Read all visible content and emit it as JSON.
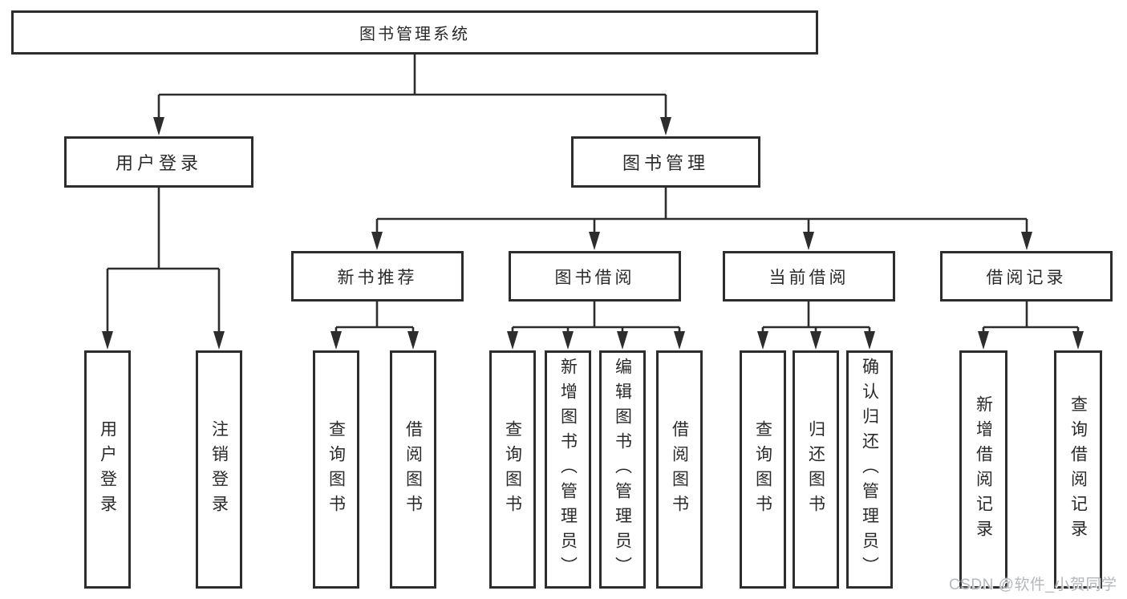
{
  "diagram": {
    "root": {
      "label": "图书管理系统",
      "children": [
        {
          "label": "用户登录",
          "children": [
            {
              "label": "用户登录"
            },
            {
              "label": "注销登录"
            }
          ]
        },
        {
          "label": "图书管理",
          "children": [
            {
              "label": "新书推荐",
              "children": [
                {
                  "label": "查询图书"
                },
                {
                  "label": "借阅图书"
                }
              ]
            },
            {
              "label": "图书借阅",
              "children": [
                {
                  "label": "查询图书"
                },
                {
                  "label": "新增图书（管理员）"
                },
                {
                  "label": "编辑图书（管理员）"
                },
                {
                  "label": "借阅图书"
                }
              ]
            },
            {
              "label": "当前借阅",
              "children": [
                {
                  "label": "查询图书"
                },
                {
                  "label": "归还图书"
                },
                {
                  "label": "确认归还（管理员）"
                }
              ]
            },
            {
              "label": "借阅记录",
              "children": [
                {
                  "label": "新增借阅记录"
                },
                {
                  "label": "查询借阅记录"
                }
              ]
            }
          ]
        }
      ]
    }
  },
  "watermark": {
    "text": "CSDN @软件_小贺同学"
  },
  "colors": {
    "line": "#2d2d2d",
    "box_border": "#2d2d2d",
    "text": "#2a2a2a",
    "background": "#ffffff",
    "watermark": "#b4b8bc"
  }
}
